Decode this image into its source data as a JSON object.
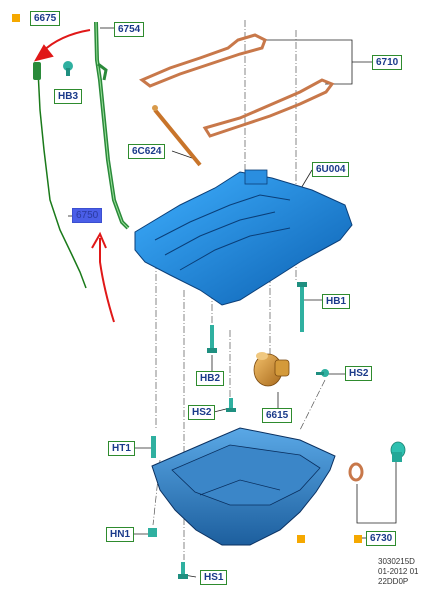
{
  "callouts": {
    "c6675": "6675",
    "c6754": "6754",
    "c6710": "6710",
    "cHB3": "HB3",
    "c6C624": "6C624",
    "c6U004": "6U004",
    "c6750": "6750",
    "cHB1": "HB1",
    "cHB2": "HB2",
    "cHS2a": "HS2",
    "cHS2b": "HS2",
    "c6615": "6615",
    "cHT1": "HT1",
    "cHN1": "HN1",
    "c6730": "6730",
    "cHS1": "HS1"
  },
  "reference": {
    "line1": "3030215D",
    "line2": "01-2012 01",
    "line3": "22DD0P"
  },
  "colors": {
    "part_blue": "#1e88d8",
    "gasket_orange": "#c8784a",
    "callout_border": "#2e8b2e",
    "callout_text": "#1a3a8a",
    "annotation_red": "#e01818",
    "marker_orange": "#f5a800"
  }
}
